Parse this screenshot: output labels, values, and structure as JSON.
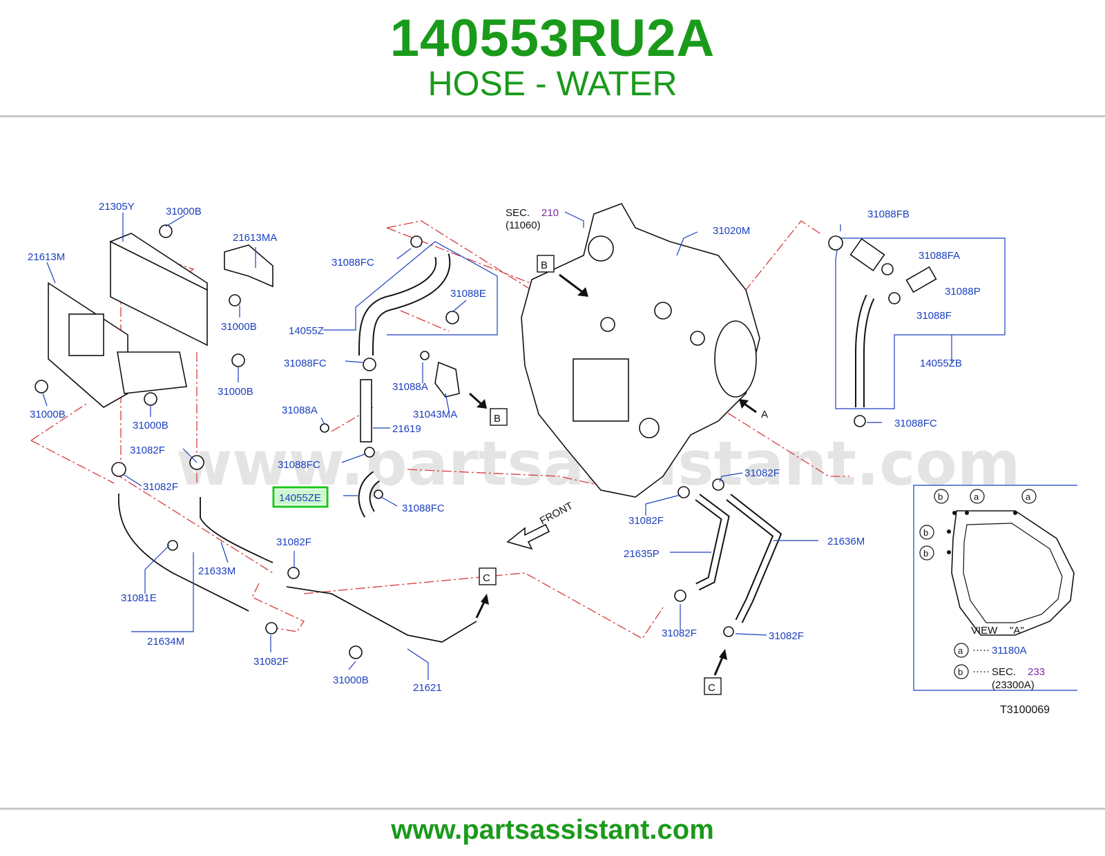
{
  "header": {
    "part_number": "140553RU2A",
    "description": "HOSE - WATER"
  },
  "footer": {
    "url": "www.partsassistant.com"
  },
  "diagram": {
    "watermark": "www.partsassistant.com",
    "drawing_id": "T3100069",
    "highlight_label": "14055ZE",
    "highlight_color": "#18c818",
    "labels": {
      "l21305Y": "21305Y",
      "l31000B_a": "31000B",
      "l21613MA": "21613MA",
      "l21613M": "21613M",
      "l31000B_b": "31000B",
      "l31000B_c": "31000B",
      "l31000B_d": "31000B",
      "l31000B_e": "31000B",
      "l31082F_a": "31082F",
      "l31082F_b": "31082F",
      "l21633M": "21633M",
      "l31082F_c": "31082F",
      "l31081E": "31081E",
      "l21634M": "21634M",
      "l31082F_d": "31082F",
      "l31000B_f": "31000B",
      "l21621": "21621",
      "l31088FC_a": "31088FC",
      "l31088E": "31088E",
      "l14055Z": "14055Z",
      "l31088FC_b": "31088FC",
      "l31088A_a": "31088A",
      "l31043MA": "31043MA",
      "l31088A_b": "31088A",
      "l21619": "21619",
      "l31088FC_c": "31088FC",
      "l31088FC_d": "31088FC",
      "sec_label": "SEC.",
      "sec_num": "210",
      "sec_ref": "(11060)",
      "l31020M": "31020M",
      "l31088FB": "31088FB",
      "l31088FA": "31088FA",
      "l31088P": "31088P",
      "l31088F": "31088F",
      "l14055ZB": "14055ZB",
      "l31088FC_e": "31088FC",
      "l31082F_e": "31082F",
      "l31082F_f": "31082F",
      "l21635P": "21635P",
      "l21636M": "21636M",
      "l31082F_g": "31082F",
      "l31082F_h": "31082F",
      "front": "FRONT",
      "ref_A": "A",
      "ref_B1": "B",
      "ref_B2": "B",
      "ref_C1": "C",
      "ref_C2": "C",
      "view_title": "VIEW",
      "view_letter": "\"A\"",
      "legend_a": "a",
      "legend_a_part": "31180A",
      "legend_b": "b",
      "legend_b_sec": "SEC.",
      "legend_b_num": "233",
      "legend_b_ref": "(23300A)",
      "dots": "·····"
    }
  }
}
